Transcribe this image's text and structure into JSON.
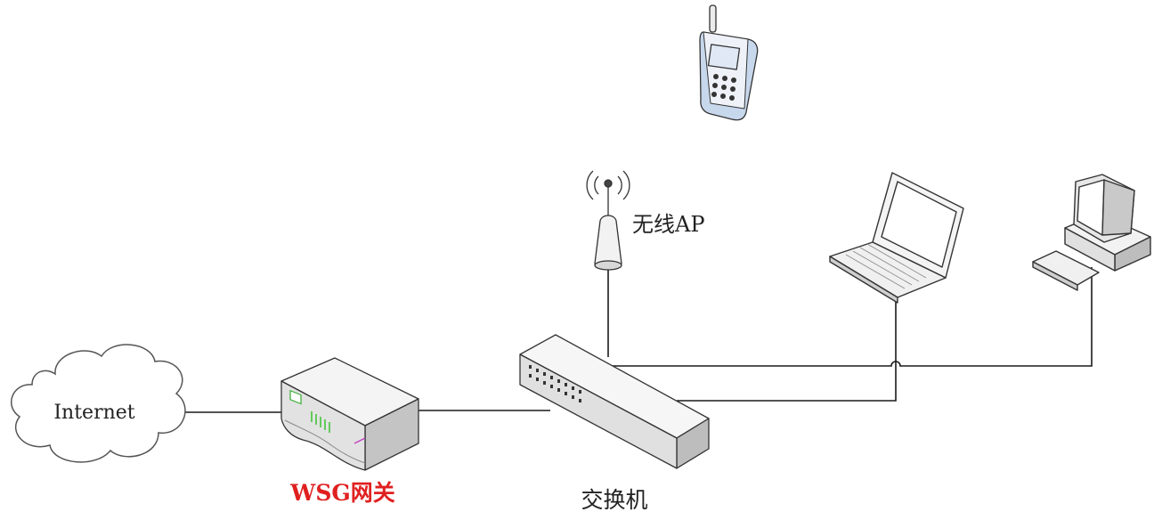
{
  "labels": {
    "internet": "Internet",
    "gateway": "WSG网关",
    "switch": "交换机",
    "ap": "无线AP"
  },
  "colors": {
    "line": "#1a1a1a",
    "gateway_label": "#e02020",
    "label": "#222222",
    "device_light": "#f4f4f4",
    "device_mid": "#dedede",
    "device_dark": "#bdbdbd",
    "screen": "#dfe8f4",
    "phone_body": "#c7d7ec",
    "led_green": "#43c43a"
  },
  "icons": [
    "cloud-icon",
    "gateway-router-icon",
    "network-switch-icon",
    "wireless-ap-icon",
    "mobile-phone-icon",
    "laptop-icon",
    "desktop-pc-icon"
  ]
}
